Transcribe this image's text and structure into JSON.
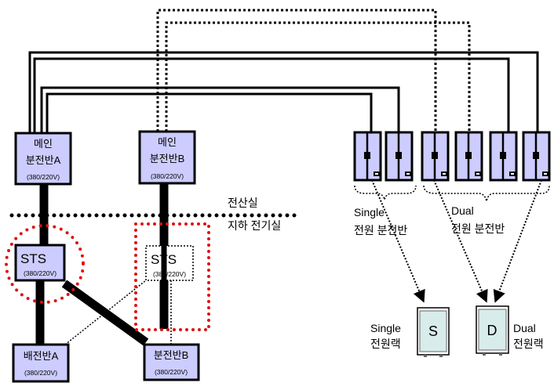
{
  "main_a": {
    "line1": "메인",
    "line2": "분전반A",
    "voltage": "(380/220V)"
  },
  "main_b": {
    "line1": "메인",
    "line2": "분전반B",
    "voltage": "(380/220V)"
  },
  "sts_a": {
    "title": "STS",
    "voltage": "(380/220V)"
  },
  "sts_b": {
    "title": "STS",
    "voltage": "(380/220V)"
  },
  "dist_a": {
    "title": "배전반A",
    "voltage": "(380/220V)"
  },
  "dist_b": {
    "title": "분전반B",
    "voltage": "(380/220V)"
  },
  "zones": {
    "upper": "전산실",
    "lower": "지하 전기실"
  },
  "single_panel": {
    "line1": "Single",
    "line2": "전원 분전반"
  },
  "dual_panel": {
    "line1": "Dual",
    "line2": "전원 분전반"
  },
  "single_rack": {
    "letter": "S",
    "line1": "Single",
    "line2": "전원랙"
  },
  "dual_rack": {
    "letter": "D",
    "line1": "Dual",
    "line2": "전원랙"
  },
  "colors": {
    "box_fill": "#ccccff",
    "highlight": "#e01010",
    "rack_fill": "#d8ecec"
  }
}
